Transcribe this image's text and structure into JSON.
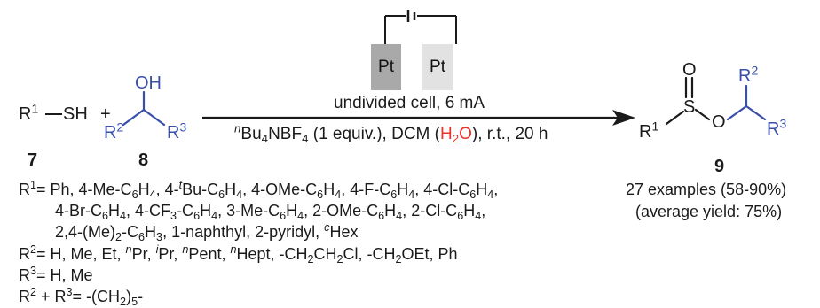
{
  "electrodes": {
    "anode": "Pt",
    "cathode": "Pt"
  },
  "reactant1": {
    "r": "R",
    "sup": "1",
    "rest": "SH"
  },
  "plus": "+",
  "reactant2": {
    "oh": "OH",
    "r2": "R",
    "r2sup": "2",
    "r3": "R",
    "r3sup": "3"
  },
  "labels": {
    "c7": "7",
    "c8": "8",
    "c9": "9"
  },
  "conditions": {
    "line1": "undivided cell, 6 mA",
    "line2_sup": "n",
    "line2_a": "Bu",
    "line2_sub4": "4",
    "line2_b": "NBF",
    "line2_c": " (1 equiv.), DCM (",
    "water_h": "H",
    "water_sub": "2",
    "water_o": "O",
    "line2_d": "), r.t., 20 h"
  },
  "product": {
    "o_top": "O",
    "s": "S",
    "o_mid": "O",
    "r1": "R",
    "r1sup": "1",
    "r2": "R",
    "r2sup": "2",
    "r3": "R",
    "r3sup": "3",
    "examples": "27 examples (58-90%)",
    "average": "(average yield: 75%)"
  },
  "substituents": {
    "r1_prefix": "R",
    "r1_sup": "1",
    "r1_eq": "= Ph, 4-Me-C",
    "r2_prefix": "R",
    "r2_sup": "2",
    "r3_prefix": "R",
    "r3_sup": "3",
    "r3_list": "= H, Me",
    "r23_a": "R",
    "r23_sup2": "2",
    "r23_b": " + R",
    "r23_sup3": "3",
    "r23_c": "= -(CH",
    "r23_sub": "2",
    "r23_d": ")",
    "r23_sub5": "5",
    "r23_e": "-"
  }
}
